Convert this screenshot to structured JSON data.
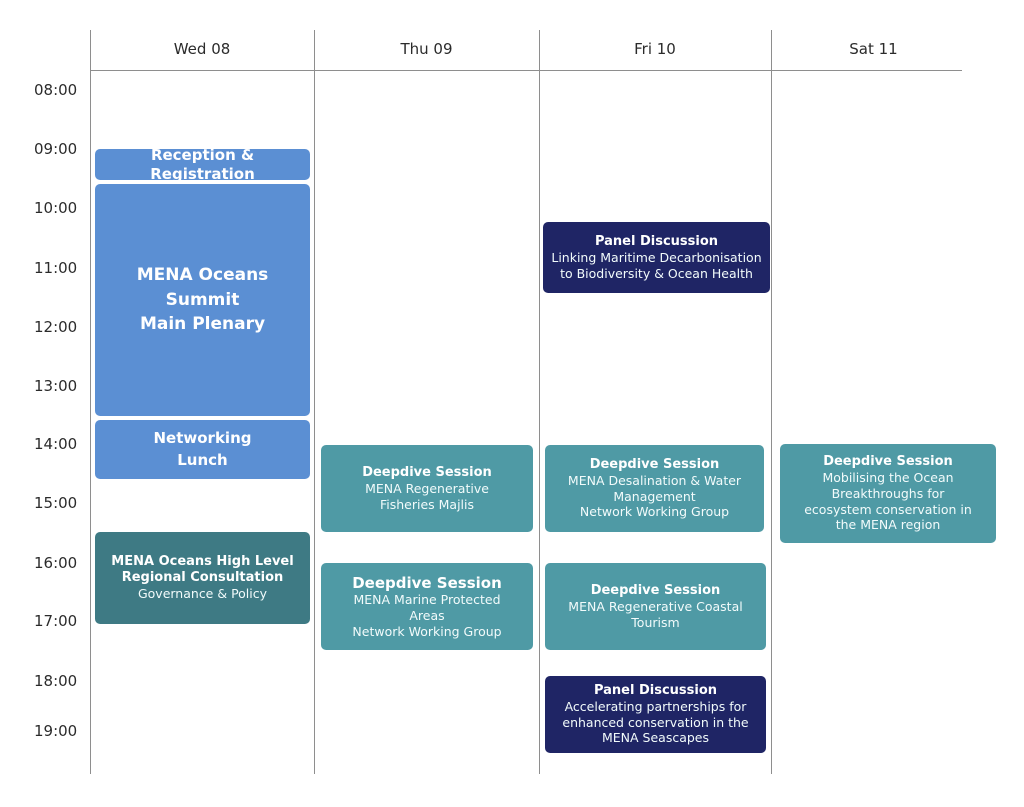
{
  "days": [
    "Wed 08",
    "Thu 09",
    "Fri 10",
    "Sat 11"
  ],
  "times": [
    "08:00",
    "09:00",
    "10:00",
    "11:00",
    "12:00",
    "13:00",
    "14:00",
    "15:00",
    "16:00",
    "17:00",
    "18:00",
    "19:00"
  ],
  "events": {
    "reception": {
      "title": "Reception & Registration"
    },
    "summit": {
      "title_lines": [
        "MENA Oceans",
        "Summit",
        "Main Plenary"
      ]
    },
    "lunch": {
      "title_lines": [
        "Networking",
        "Lunch"
      ]
    },
    "consultation": {
      "title_lines": [
        "MENA Oceans High Level",
        "Regional Consultation"
      ],
      "desc": "Governance & Policy"
    },
    "thu_fisheries": {
      "title": "Deepdive Session",
      "desc_lines": [
        "MENA Regenerative",
        "Fisheries Majlis"
      ]
    },
    "thu_mpa": {
      "title": "Deepdive Session",
      "desc_lines": [
        "MENA Marine Protected",
        "Areas",
        "Network Working Group"
      ]
    },
    "fri_panel1": {
      "title": "Panel Discussion",
      "desc_lines": [
        "Linking Maritime Decarbonisation",
        "to Biodiversity & Ocean Health"
      ]
    },
    "fri_desal": {
      "title": "Deepdive Session",
      "desc_lines": [
        "MENA Desalination & Water",
        "Management",
        "Network Working Group"
      ]
    },
    "fri_tourism": {
      "title": "Deepdive Session",
      "desc_lines": [
        "MENA Regenerative Coastal",
        "Tourism"
      ]
    },
    "fri_panel2": {
      "title": "Panel Discussion",
      "desc_lines": [
        "Accelerating partnerships for",
        "enhanced conservation in the",
        "MENA Seascapes"
      ]
    },
    "sat_ocean": {
      "title": "Deepdive Session",
      "desc_lines": [
        "Mobilising the Ocean",
        "Breakthroughs  for",
        "ecosystem conservation in",
        "the MENA region"
      ]
    }
  },
  "colors": {
    "plenary_blue": "#5b8fd3",
    "session_teal": "#4f9aa5",
    "consultation_teal": "#3e7a84",
    "panel_navy": "#1f2565",
    "gridline": "#8e8e8e"
  }
}
